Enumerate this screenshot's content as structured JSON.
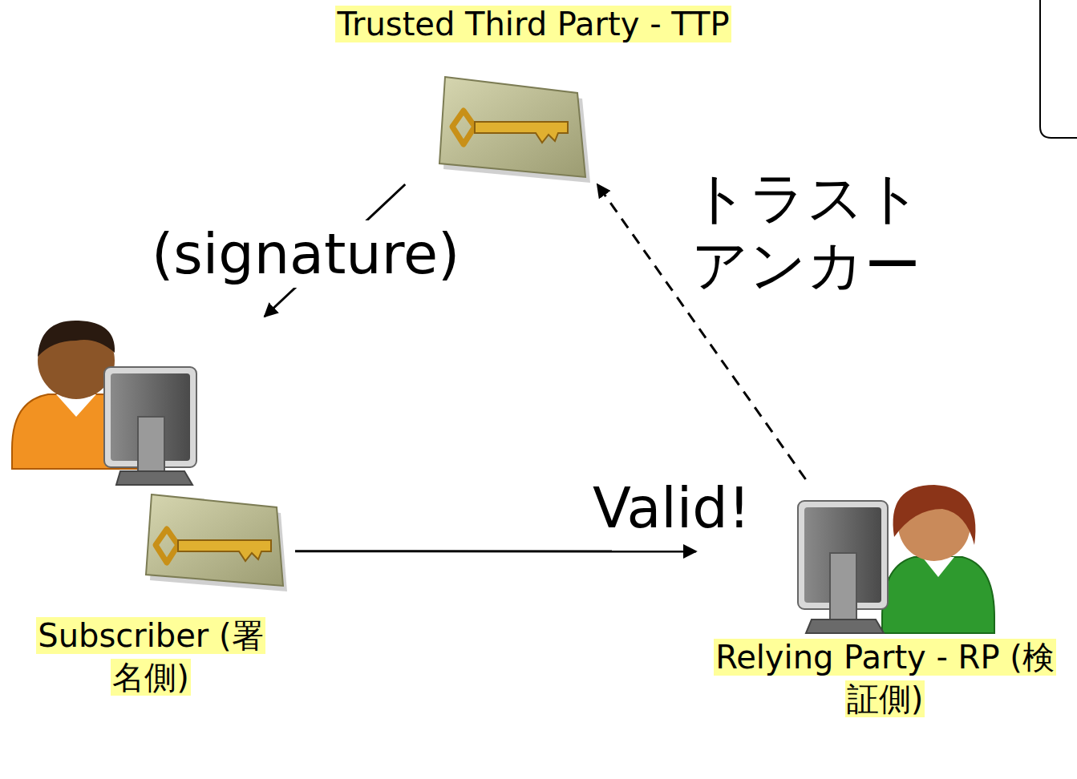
{
  "diagram": {
    "nodes": [
      {
        "text": [
          "Trusted Third Party - TTP"
        ]
      },
      {
        "text": [
          "Subscriber (署名側)"
        ]
      },
      {
        "text": [
          "Relying Party - RP (検証側)"
        ]
      }
    ],
    "edges": [
      {
        "from": 0,
        "to": 1,
        "label": "(signature)",
        "arrow": "to"
      },
      {
        "from": 1,
        "to": 2,
        "label": "Valid!",
        "arrow": "to"
      },
      {
        "from": 2,
        "to": 0,
        "label": "トラスト アンカー",
        "arrow": "to"
      }
    ]
  }
}
